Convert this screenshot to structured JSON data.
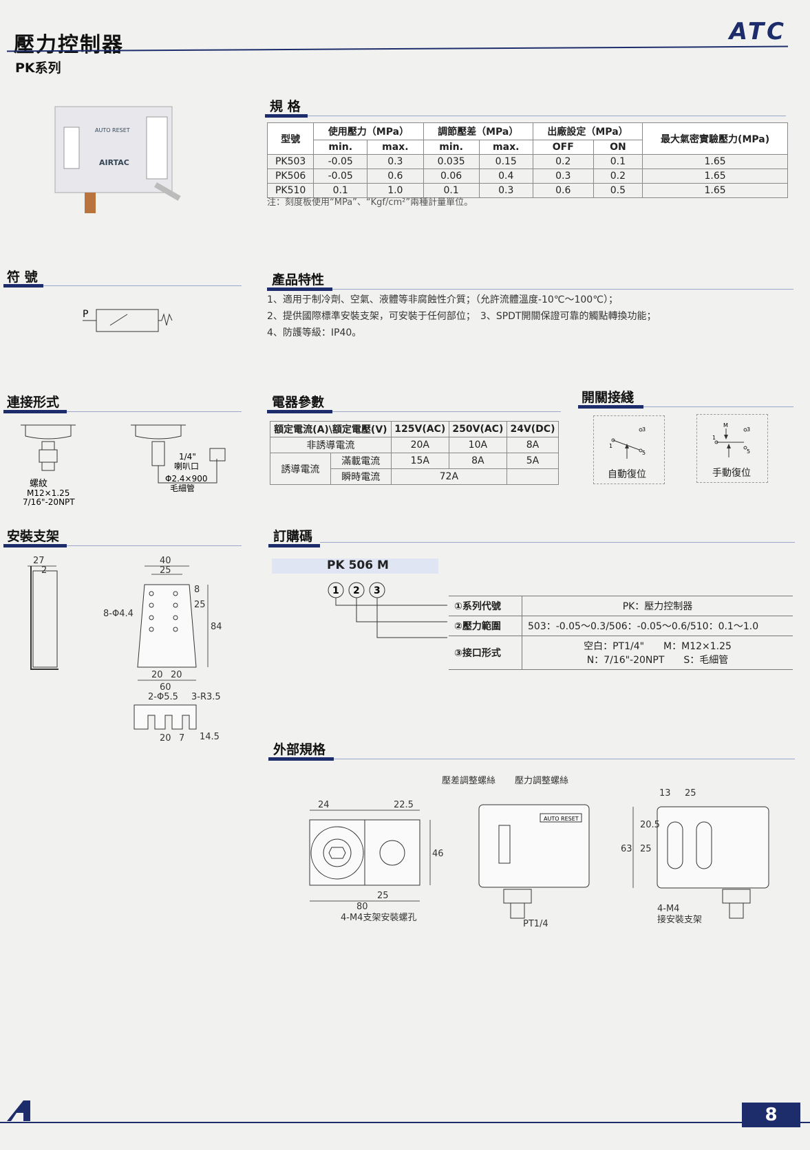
{
  "header": {
    "title": "壓力控制器",
    "subtitle": "PK系列",
    "brand": "ATC"
  },
  "product_photo": {
    "label_top": "AUTO RESET",
    "brand_text": "AIRTAC"
  },
  "spec": {
    "heading": "規 格",
    "col_model": "型號",
    "col_use_pressure": "使用壓力（MPa）",
    "col_adjust_diff": "調節壓差（MPa）",
    "col_factory": "出廠設定（MPa）",
    "col_max_test": "最大氣密實驗壓力(MPa)",
    "sub_min": "min.",
    "sub_max": "max.",
    "sub_off": "OFF",
    "sub_on": "ON",
    "rows": [
      {
        "model": "PK503",
        "use_min": "-0.05",
        "use_max": "0.3",
        "diff_min": "0.035",
        "diff_max": "0.15",
        "off": "0.2",
        "on": "0.1",
        "test": "1.65"
      },
      {
        "model": "PK506",
        "use_min": "-0.05",
        "use_max": "0.6",
        "diff_min": "0.06",
        "diff_max": "0.4",
        "off": "0.3",
        "on": "0.2",
        "test": "1.65"
      },
      {
        "model": "PK510",
        "use_min": "0.1",
        "use_max": "1.0",
        "diff_min": "0.1",
        "diff_max": "0.3",
        "off": "0.6",
        "on": "0.5",
        "test": "1.65"
      }
    ],
    "note": "注：刻度板使用“MPa”、“Kgf/cm²”兩種計量單位。"
  },
  "symbol": {
    "heading": "符 號",
    "port_label": "P"
  },
  "features": {
    "heading": "產品特性",
    "items": [
      "1、適用于制冷劑、空氣、液體等非腐蝕性介質；（允許流體溫度-10℃～100℃）；",
      "2、提供國際標準安裝支架，可安裝于任何部位；　3、SPDT開關保證可靠的觸點轉換功能；",
      "4、防護等級：IP40。"
    ]
  },
  "connection": {
    "heading": "連接形式",
    "left_label1": "螺紋",
    "left_label2": "M12×1.25",
    "left_label3": "7/16\"-20NPT",
    "right_label1": "1/4\"",
    "right_label2": "喇叭口",
    "right_label3": "Φ2.4×900",
    "right_label4": "毛細管"
  },
  "electrical": {
    "heading": "電器參數",
    "col_header": "額定電流(A)\\額定電壓(V)",
    "col_125": "125V(AC)",
    "col_250": "250V(AC)",
    "col_24": "24V(DC)",
    "row_non_inductive": "非誘導電流",
    "row_inductive": "誘導電流",
    "row_full_load": "滿載電流",
    "row_instant": "瞬時電流",
    "non_inductive": [
      "20A",
      "10A",
      "8A"
    ],
    "full_load": [
      "15A",
      "8A",
      "5A"
    ],
    "instant": "72A"
  },
  "switch_wiring": {
    "heading": "開關接綫",
    "auto_label": "自動復位",
    "manual_label": "手動復位",
    "m_label": "M",
    "t1": "1",
    "t3": "3",
    "t5": "5"
  },
  "bracket": {
    "heading": "安裝支架",
    "d27": "27",
    "d2": "2",
    "d40": "40",
    "d25": "25",
    "d8": "8",
    "d25b": "25",
    "d84": "84",
    "holes": "8-Φ4.4",
    "d20a": "20",
    "d20b": "20",
    "d60": "60",
    "holes2": "2-Φ5.5",
    "radius": "3-R3.5",
    "d20c": "20",
    "d7": "7",
    "d14_5": "14.5"
  },
  "order": {
    "heading": "訂購碼",
    "code_prefix": "PK",
    "code_num": "506",
    "code_suffix": "M",
    "c1": "1",
    "c2": "2",
    "c3": "3",
    "rows": [
      {
        "key": "①系列代號",
        "value": "PK：壓力控制器"
      },
      {
        "key": "②壓力範圍",
        "value": "503：-0.05～0.3/506：-0.05～0.6/510：0.1～1.0"
      },
      {
        "key": "③接口形式",
        "value": "空白：PT1/4\"　　M：M12×1.25",
        "value2": "N：7/16\"-20NPT　　S：毛細管"
      }
    ]
  },
  "external": {
    "heading": "外部規格",
    "d24": "24",
    "d22_5": "22.5",
    "d46": "46",
    "d25": "25",
    "d80": "80",
    "mount_label": "4-M4支架安裝螺孔",
    "diff_screw": "壓差調整螺絲",
    "pressure_screw": "壓力調整螺絲",
    "auto_reset": "AUTO RESET",
    "pt": "PT1/4",
    "d13": "13",
    "d25b": "25",
    "d20_5": "20.5",
    "d25c": "25",
    "d63": "63",
    "m4_label1": "4-M4",
    "m4_label2": "接安裝支架"
  },
  "footer": {
    "page": "8"
  }
}
